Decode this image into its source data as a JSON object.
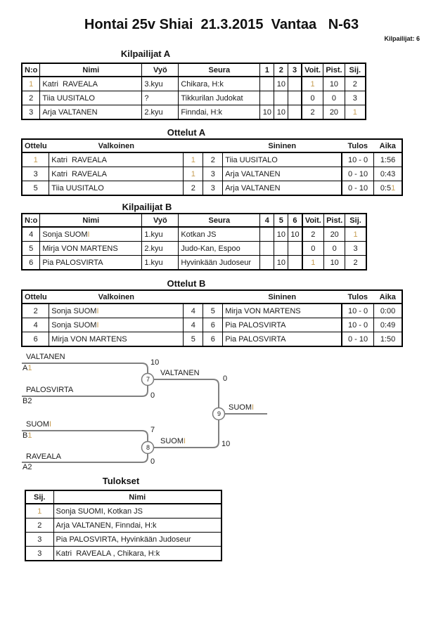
{
  "page": {
    "title": "Hontai 25v Shiai  21.3.2015  Vantaa   N-63",
    "competitor_count_label": "Kilpailijat: 6"
  },
  "colors": {
    "faint_digit": "#c79d52",
    "bracket_line": "#808080",
    "text": "#1a1a1a"
  },
  "sections": {
    "kilpailijat_a": {
      "heading": "Kilpailijat A",
      "headers": [
        "N:o",
        "Nimi",
        "Vyö",
        "Seura",
        "1",
        "2",
        "3",
        "Voit.",
        "Pist.",
        "Sij."
      ],
      "rows": [
        {
          "no": [
            {
              "f": "1"
            }
          ],
          "nimi": "Katri  RAVEALA",
          "vyo": "3.kyu",
          "seura": "Chikara, H:k",
          "m1": "",
          "m2": "10",
          "m3": "",
          "voit": [
            {
              "f": "1"
            }
          ],
          "pist": "10",
          "sij": "2"
        },
        {
          "no": "2",
          "nimi": "Tiia UUSITALO",
          "vyo": "?",
          "seura": "Tikkurilan Judokat",
          "m1": "",
          "m2": "",
          "m3": "",
          "voit": "0",
          "pist": "0",
          "sij": "3"
        },
        {
          "no": "3",
          "nimi": "Arja VALTANEN",
          "vyo": "2.kyu",
          "seura": "Finndai, H:k",
          "m1": "10",
          "m2": "10",
          "m3": "",
          "voit": "2",
          "pist": "20",
          "sij": [
            {
              "f": "1"
            }
          ]
        }
      ]
    },
    "ottelut_a": {
      "heading": "Ottelut A",
      "headers": [
        "Ottelu",
        "Valkoinen",
        "",
        "",
        "Sininen",
        "Tulos",
        "Aika"
      ],
      "rows": [
        {
          "ottelu": [
            {
              "f": "1"
            }
          ],
          "valkoinen": "Katri  RAVEALA",
          "wnum": [
            {
              "f": "1"
            }
          ],
          "bnum": "2",
          "sininen": "Tiia UUSITALO",
          "tulos": "10 - 0",
          "aika": "1:56"
        },
        {
          "ottelu": "3",
          "valkoinen": "Katri  RAVEALA",
          "wnum": [
            {
              "f": "1"
            }
          ],
          "bnum": "3",
          "sininen": "Arja VALTANEN",
          "tulos": "0 - 10",
          "aika": "0:43"
        },
        {
          "ottelu": "5",
          "valkoinen": "Tiia UUSITALO",
          "wnum": "2",
          "bnum": "3",
          "sininen": "Arja VALTANEN",
          "tulos": "0 - 10",
          "aika": [
            "0:5",
            {
              "f": "1"
            }
          ]
        }
      ]
    },
    "kilpailijat_b": {
      "heading": "Kilpailijat B",
      "headers": [
        "N:o",
        "Nimi",
        "Vyö",
        "Seura",
        "4",
        "5",
        "6",
        "Voit.",
        "Pist.",
        "Sij."
      ],
      "rows": [
        {
          "no": "4",
          "nimi": [
            "Sonja SUOM",
            {
              "f": "I"
            }
          ],
          "vyo": "1.kyu",
          "seura": "Kotkan JS",
          "m1": "",
          "m2": "10",
          "m3": "10",
          "voit": "2",
          "pist": "20",
          "sij": [
            {
              "f": "1"
            }
          ]
        },
        {
          "no": "5",
          "nimi": "Mirja VON MARTENS",
          "vyo": "2.kyu",
          "seura": "Judo-Kan, Espoo",
          "m1": "",
          "m2": "",
          "m3": "",
          "voit": "0",
          "pist": "0",
          "sij": "3"
        },
        {
          "no": "6",
          "nimi": "Pia PALOSVIRTA",
          "vyo": "1.kyu",
          "seura": "Hyvinkään Judoseur",
          "m1": "",
          "m2": "10",
          "m3": "",
          "voit": [
            {
              "f": "1"
            }
          ],
          "pist": "10",
          "sij": "2"
        }
      ]
    },
    "ottelut_b": {
      "heading": "Ottelut B",
      "headers": [
        "Ottelu",
        "Valkoinen",
        "",
        "",
        "Sininen",
        "Tulos",
        "Aika"
      ],
      "rows": [
        {
          "ottelu": "2",
          "valkoinen": [
            "Sonja SUOM",
            {
              "f": "I"
            }
          ],
          "wnum": "4",
          "bnum": "5",
          "sininen": "Mirja VON MARTENS",
          "tulos": "10 - 0",
          "aika": "0:00"
        },
        {
          "ottelu": "4",
          "valkoinen": [
            "Sonja SUOM",
            {
              "f": "I"
            }
          ],
          "wnum": "4",
          "bnum": "6",
          "sininen": "Pia PALOSVIRTA",
          "tulos": "10 - 0",
          "aika": "0:49"
        },
        {
          "ottelu": "6",
          "valkoinen": "Mirja VON MARTENS",
          "wnum": "5",
          "bnum": "6",
          "sininen": "Pia PALOSVIRTA",
          "tulos": "0 - 10",
          "aika": "1:50"
        }
      ]
    },
    "bracket": {
      "entrants": [
        {
          "name": "VALTANEN",
          "code": [
            "A",
            {
              "f": "1"
            }
          ]
        },
        {
          "name": "PALOSVIRTA",
          "code": "B2"
        },
        {
          "name": [
            "SUOM",
            {
              "f": "I"
            }
          ],
          "code": [
            "B",
            {
              "f": "1"
            }
          ]
        },
        {
          "name": "RAVEALA",
          "code": "A2"
        }
      ],
      "matches": [
        {
          "number": "7",
          "winner": "VALTANEN",
          "score_top": "10",
          "score_bottom": "0"
        },
        {
          "number": "8",
          "winner": [
            "SUOM",
            {
              "f": "I"
            }
          ],
          "score_top": "7",
          "score_bottom": "0"
        },
        {
          "number": "9",
          "winner": [
            "SUOM",
            {
              "f": "I"
            }
          ],
          "score_top": "0",
          "score_bottom": "10"
        }
      ]
    },
    "tulokset": {
      "heading": "Tulokset",
      "headers": [
        "Sij.",
        "Nimi"
      ],
      "rows": [
        {
          "sij": [
            {
              "f": "1"
            }
          ],
          "nimi": "Sonja SUOMI, Kotkan JS"
        },
        {
          "sij": "2",
          "nimi": "Arja VALTANEN, Finndai, H:k"
        },
        {
          "sij": "3",
          "nimi": "Pia PALOSVIRTA, Hyvinkään Judoseur"
        },
        {
          "sij": "3",
          "nimi": "Katri  RAVEALA , Chikara, H:k"
        }
      ]
    }
  }
}
